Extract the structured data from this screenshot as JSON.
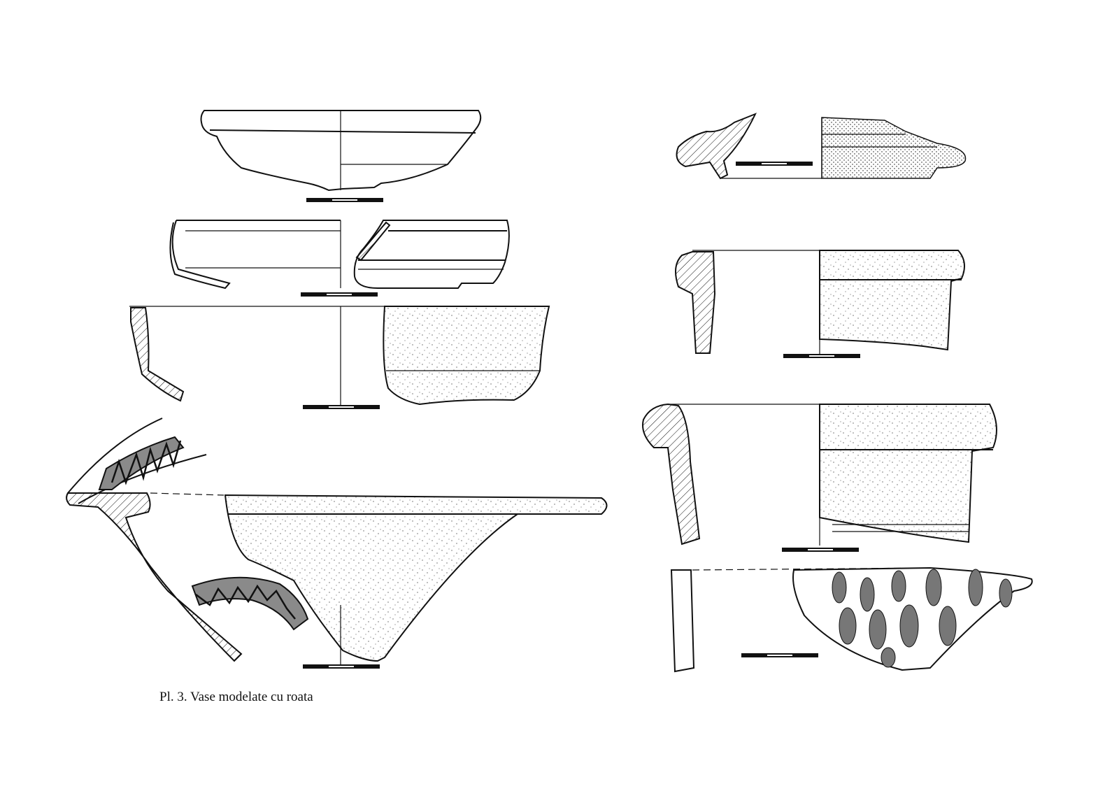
{
  "caption": "Pl. 3. Vase modelate cu roata",
  "colors": {
    "ink": "#111111",
    "decoration_fill": "#8a8a8a",
    "paper": "#ffffff"
  },
  "figures": [
    {
      "id": "vessel-1",
      "type": "bowl profile"
    },
    {
      "id": "vessel-2",
      "type": "bowl profile"
    },
    {
      "id": "vessel-3",
      "type": "bowl profile"
    },
    {
      "id": "vessel-4",
      "type": "large bowl with zigzag decoration"
    },
    {
      "id": "vessel-5",
      "type": "lid fragment"
    },
    {
      "id": "vessel-6",
      "type": "rim fragment"
    },
    {
      "id": "vessel-7",
      "type": "rim fragment"
    },
    {
      "id": "vessel-8",
      "type": "painted fragment"
    }
  ]
}
